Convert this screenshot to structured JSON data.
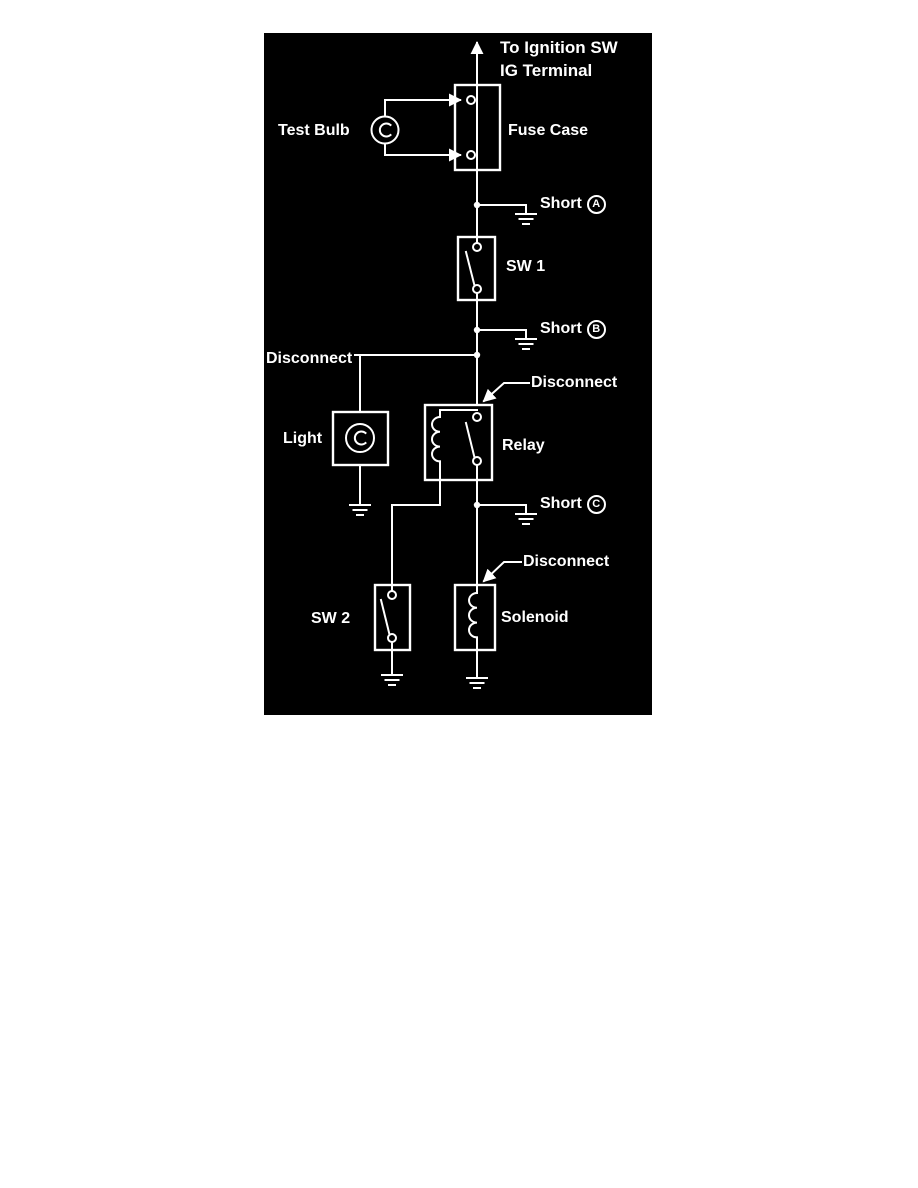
{
  "colors": {
    "page_background": "#ffffff",
    "diagram_background": "#000000",
    "wire": "#ffffff",
    "text": "#ffffff"
  },
  "header": {
    "line1": "To Ignition SW",
    "line2": "IG Terminal"
  },
  "components": {
    "test_bulb_label": "Test Bulb",
    "fuse_case_label": "Fuse Case",
    "sw1_label": "SW 1",
    "light_label": "Light",
    "relay_label": "Relay",
    "sw2_label": "SW 2",
    "solenoid_label": "Solenoid"
  },
  "short_points": [
    {
      "label": "Short",
      "letter": "A"
    },
    {
      "label": "Short",
      "letter": "B"
    },
    {
      "label": "Short",
      "letter": "C"
    }
  ],
  "disconnect_labels": {
    "at_light_branch": "Disconnect",
    "at_relay": "Disconnect",
    "at_solenoid": "Disconnect"
  }
}
